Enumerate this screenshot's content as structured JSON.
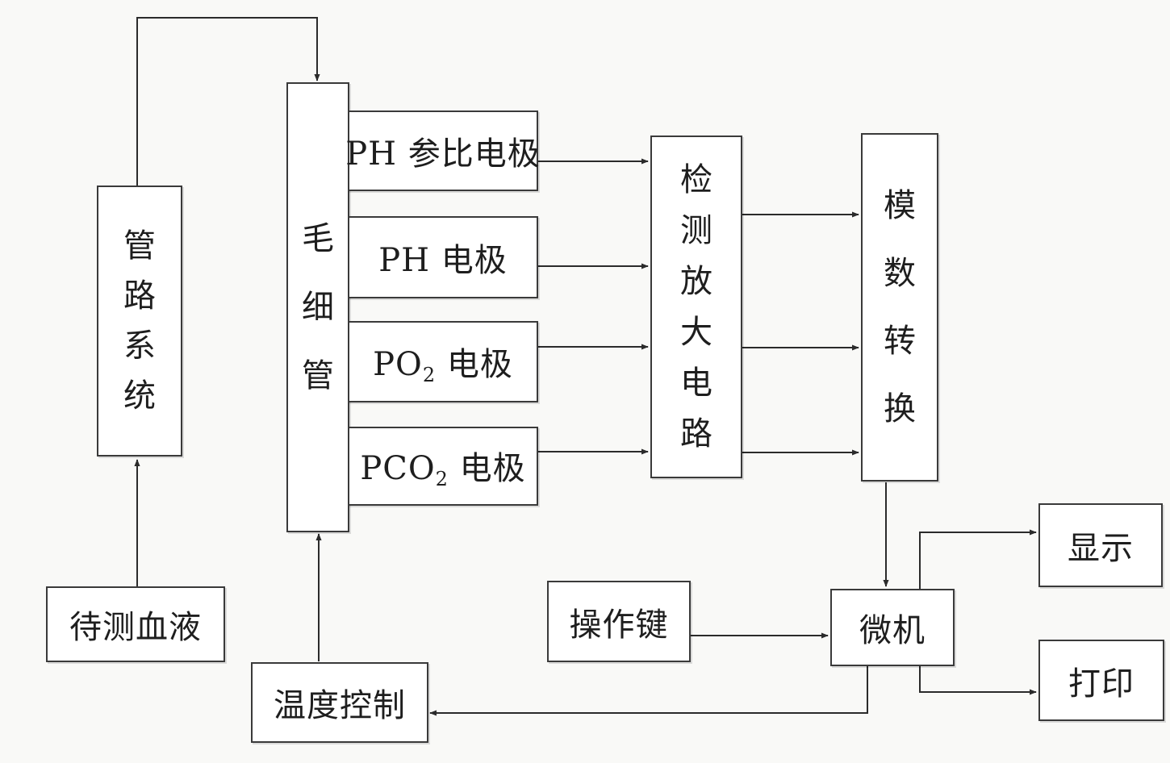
{
  "nodes": {
    "blood": "待测血液",
    "pipeline": [
      "管",
      "路",
      "系",
      "统"
    ],
    "capillary": [
      "毛",
      "细",
      "管"
    ],
    "temp_control": "温度控制",
    "ph_reference": "PH 参比电极",
    "ph_electrode": "PH 电极",
    "po2_electrode": {
      "prefix": "PO",
      "sub": "2",
      "suffix": " 电极"
    },
    "pco2_electrode": {
      "prefix": "PCO",
      "sub": "2",
      "suffix": " 电极"
    },
    "amplifier": [
      "检",
      "测",
      "放",
      "大",
      "电",
      "路"
    ],
    "adc": [
      "模",
      "数",
      "转",
      "换"
    ],
    "keypad": "操作键",
    "micro": "微机",
    "display": "显示",
    "print": "打印"
  }
}
